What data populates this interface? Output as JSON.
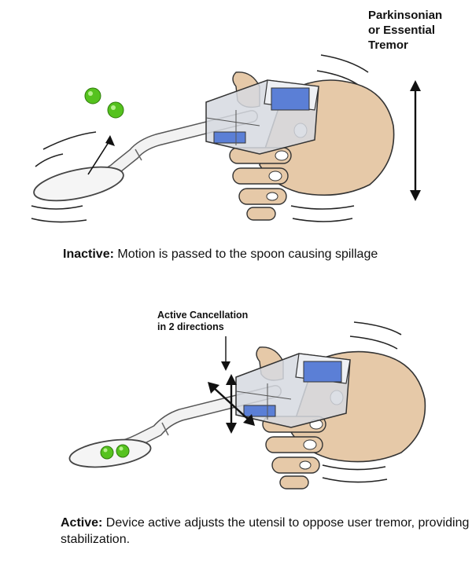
{
  "top_panel": {
    "tremor_label": [
      "Parkinsonian",
      "or Essential",
      "Tremor"
    ],
    "caption_bold": "Inactive:",
    "caption_text": " Motion is passed to the spoon causing spillage"
  },
  "bottom_panel": {
    "cancellation_label": [
      "Active Cancellation",
      "in 2 directions"
    ],
    "caption_bold": "Active:",
    "caption_text": " Device active adjusts the utensil to oppose user tremor, providing stabilization."
  },
  "colors": {
    "pea_green": "#55c21e",
    "hand_skin": "#e6c9a8",
    "device_blue": "#5b7fd6",
    "device_gray": "#c9cdd6"
  }
}
